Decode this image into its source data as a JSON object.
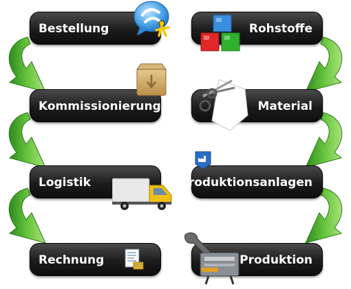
{
  "steps_left": [
    {
      "label": "Bestellung",
      "icon": "aim-messenger-icon"
    },
    {
      "label": "Kommissionierung",
      "icon": "cardboard-box-icon"
    },
    {
      "label": "Logistik",
      "icon": "delivery-truck-icon"
    },
    {
      "label": "Rechnung",
      "icon": "invoice-document-icon"
    }
  ],
  "steps_right": [
    {
      "label": "Rohstoffe",
      "icon": "colored-cubes-icon"
    },
    {
      "label": "Material",
      "icon": "scissors-paper-icon"
    },
    {
      "label": "Produktionsanlagen",
      "icon": "factory-badge-icon"
    },
    {
      "label": "Produktion",
      "icon": "wrench-machine-icon"
    }
  ],
  "colors": {
    "box_dark": "#1c1c1c",
    "text": "#ffffff",
    "arrow_green": "#3fa32a"
  }
}
